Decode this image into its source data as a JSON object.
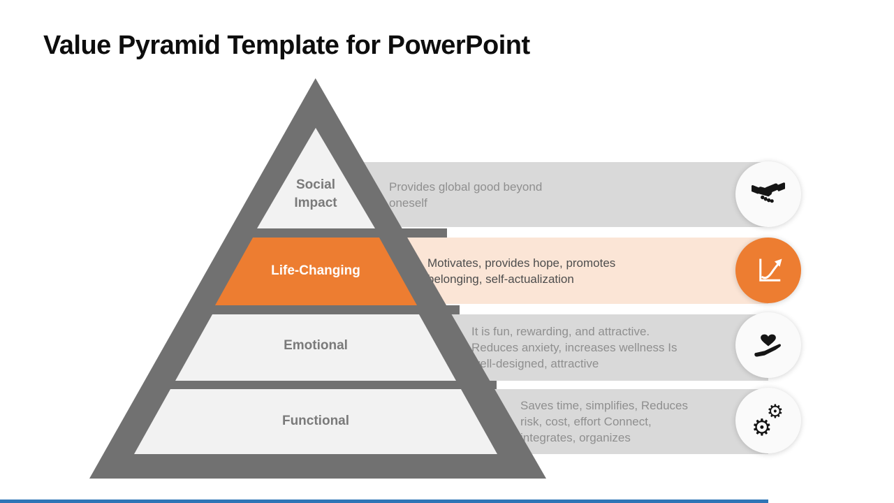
{
  "slide": {
    "title": "Value Pyramid Template for PowerPoint"
  },
  "pyramid": {
    "levels": [
      {
        "label": "Social Impact",
        "description": "Provides global good beyond\noneself",
        "icon": "handshake-icon",
        "highlighted": false
      },
      {
        "label": "Life-Changing",
        "description": "Motivates, provides hope, promotes\nbelonging, self-actualization",
        "icon": "line-chart-icon",
        "highlighted": true
      },
      {
        "label": "Emotional",
        "description": "It is fun, rewarding, and attractive.\nReduces anxiety, increases wellness Is\nwell-designed, attractive",
        "icon": "hand-heart-icon",
        "highlighted": false
      },
      {
        "label": "Functional",
        "description": "Saves time, simplifies, Reduces\nrisk, cost,  effort Connect,\nintegrates, organizes",
        "icon": "gears-icon",
        "highlighted": false
      }
    ]
  },
  "colors": {
    "accent_orange": "#ED7D31",
    "light_orange": "#FBE5D6",
    "bar_gray": "#D9D9D9",
    "level_gray": "#F2F2F2",
    "outline_gray": "#717171",
    "label_gray": "#7A7A7A",
    "desc_gray": "#8F8F8F",
    "desc_dark": "#4D4D4D",
    "footer_blue": "#2E75B6",
    "icon_black": "#151515"
  }
}
